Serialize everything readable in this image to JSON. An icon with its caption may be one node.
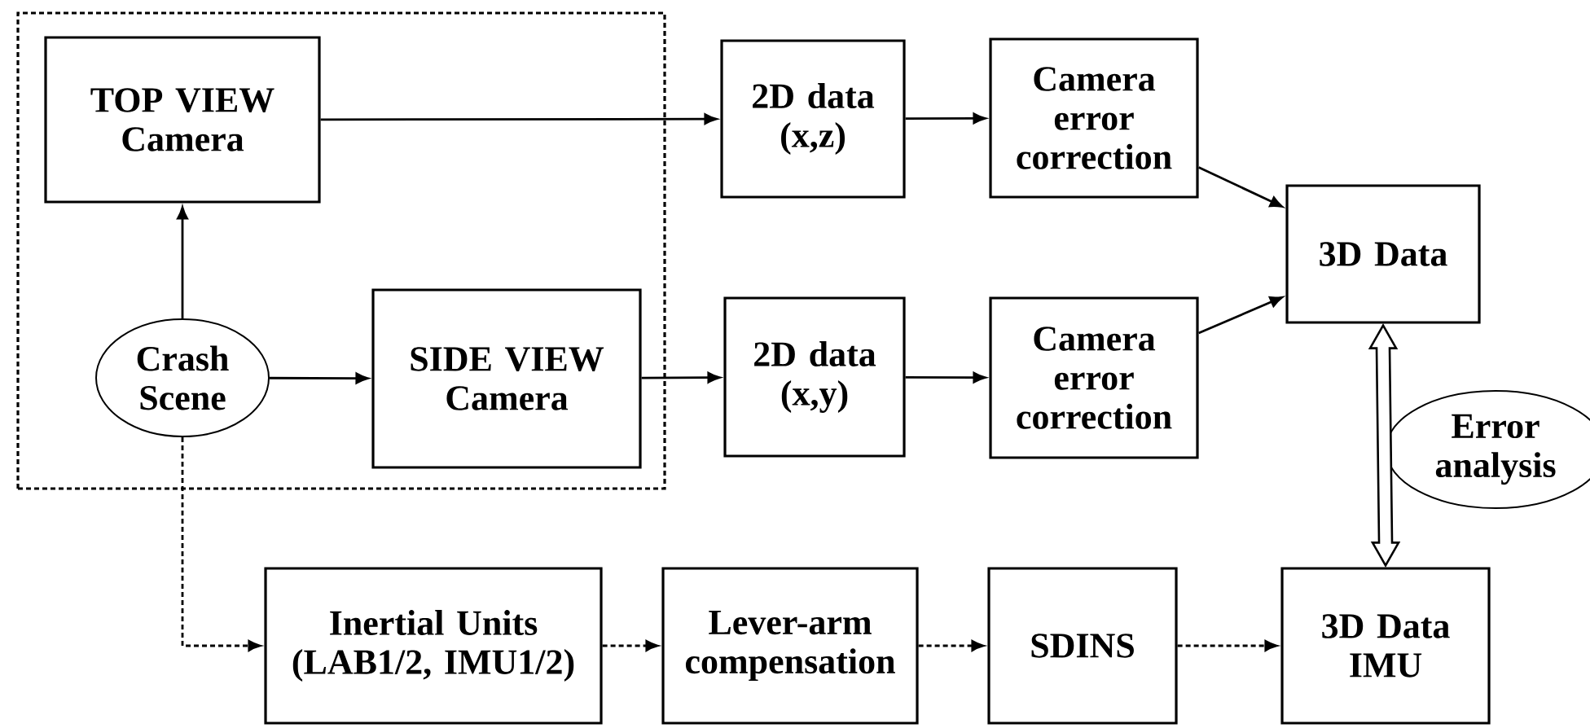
{
  "diagram": {
    "nodes": [
      {
        "text": [],
        "shape": "box"
      },
      {
        "text": [
          "TOP VIEW Camera"
        ],
        "in": 0
      },
      {
        "text": [
          "Crash Scene"
        ],
        "in": 0
      },
      {
        "text": [
          "SIDE VIEW Camera"
        ],
        "in": 0
      },
      {
        "text": [
          "2D data (x,z)"
        ]
      },
      {
        "text": [
          "Camera error correction"
        ]
      },
      {
        "text": [
          "2D data (x,y)"
        ]
      },
      {
        "text": [
          "Camera error correction"
        ]
      },
      {
        "text": [
          "3D Data"
        ]
      },
      {
        "text": [
          "Error analysis"
        ]
      },
      {
        "text": [
          "Inertial Units (LAB1/2, IMU1/2)"
        ]
      },
      {
        "text": [
          "Lever-arm compensation"
        ]
      },
      {
        "text": [
          "SDINS"
        ]
      },
      {
        "text": [
          "3D Data IMU"
        ]
      }
    ],
    "edges": [
      {
        "from": 1,
        "to": 4,
        "arrow": "to"
      },
      {
        "from": 2,
        "to": 1,
        "arrow": "to"
      },
      {
        "from": 2,
        "to": 3,
        "arrow": "to"
      },
      {
        "from": 3,
        "to": 6,
        "arrow": "to"
      },
      {
        "from": 4,
        "to": 5,
        "arrow": "to"
      },
      {
        "from": 6,
        "to": 7,
        "arrow": "to"
      },
      {
        "from": 5,
        "to": 8,
        "arrow": "to"
      },
      {
        "from": 7,
        "to": 8,
        "arrow": "to"
      },
      {
        "from": 8,
        "to": 13,
        "arrow": "both",
        "style": "thick"
      },
      {
        "from": 2,
        "to": 10,
        "arrow": "to",
        "style": "dashed"
      },
      {
        "from": 10,
        "to": 11,
        "arrow": "to",
        "style": "dashed"
      },
      {
        "from": 11,
        "to": 12,
        "arrow": "to",
        "style": "dashed"
      },
      {
        "from": 12,
        "to": 13,
        "arrow": "to",
        "style": "dashed"
      }
    ]
  }
}
